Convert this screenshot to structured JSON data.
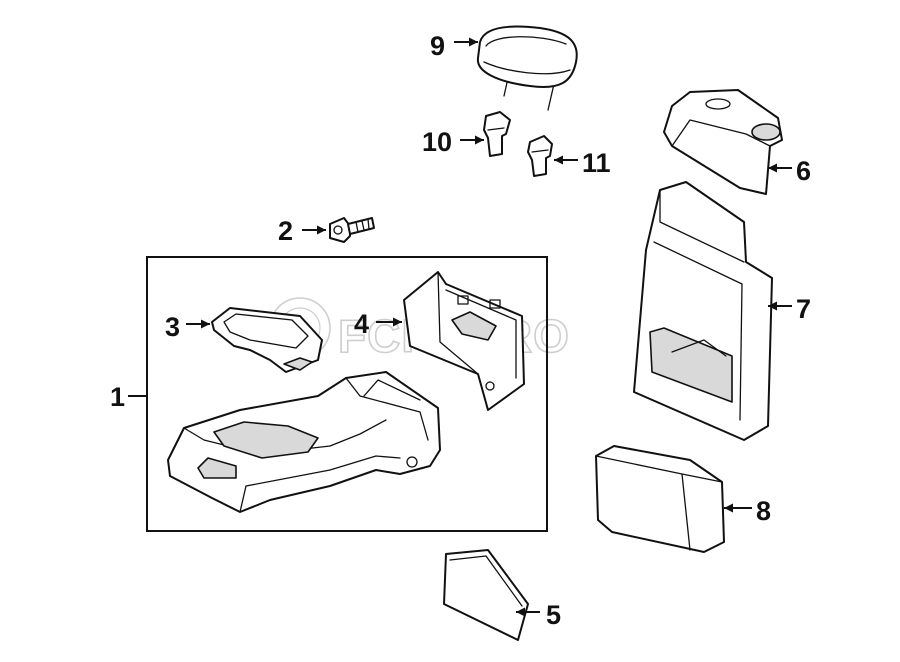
{
  "diagram": {
    "watermark": {
      "text": "FCPEURO",
      "color": "#c9c9c9"
    },
    "line_color": "#111111",
    "callouts": [
      {
        "id": "1",
        "label": "1"
      },
      {
        "id": "2",
        "label": "2"
      },
      {
        "id": "3",
        "label": "3"
      },
      {
        "id": "4",
        "label": "4"
      },
      {
        "id": "5",
        "label": "5"
      },
      {
        "id": "6",
        "label": "6"
      },
      {
        "id": "7",
        "label": "7"
      },
      {
        "id": "8",
        "label": "8"
      },
      {
        "id": "9",
        "label": "9"
      },
      {
        "id": "10",
        "label": "10"
      },
      {
        "id": "11",
        "label": "11"
      }
    ]
  }
}
